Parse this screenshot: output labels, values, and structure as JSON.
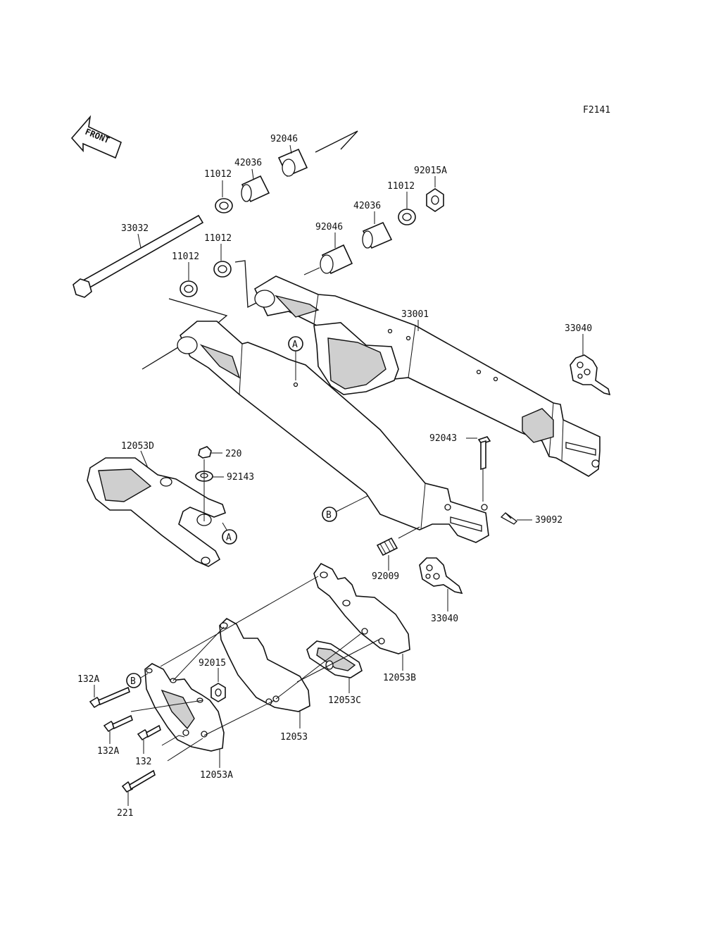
{
  "figure_id": "F2141",
  "front_arrow_label": "FRONT",
  "callouts": {
    "A": "A",
    "B": "B"
  },
  "parts": {
    "p92046_top": "92046",
    "p42036_top": "42036",
    "p11012_top": "11012",
    "p92015A": "92015A",
    "p11012_right": "11012",
    "p42036_right": "42036",
    "p92046_right": "92046",
    "p33032": "33032",
    "p11012_mid": "11012",
    "p11012_left": "11012",
    "p33001": "33001",
    "p33040_top": "33040",
    "p12053D": "12053D",
    "p220": "220",
    "p92143": "92143",
    "p92043": "92043",
    "p39092": "39092",
    "p92009": "92009",
    "p33040_bottom": "33040",
    "p12053B": "12053B",
    "p12053C": "12053C",
    "p12053": "12053",
    "p92015": "92015",
    "p132A_top": "132A",
    "p132A_bottom": "132A",
    "p132": "132",
    "p12053A": "12053A",
    "p221": "221"
  }
}
